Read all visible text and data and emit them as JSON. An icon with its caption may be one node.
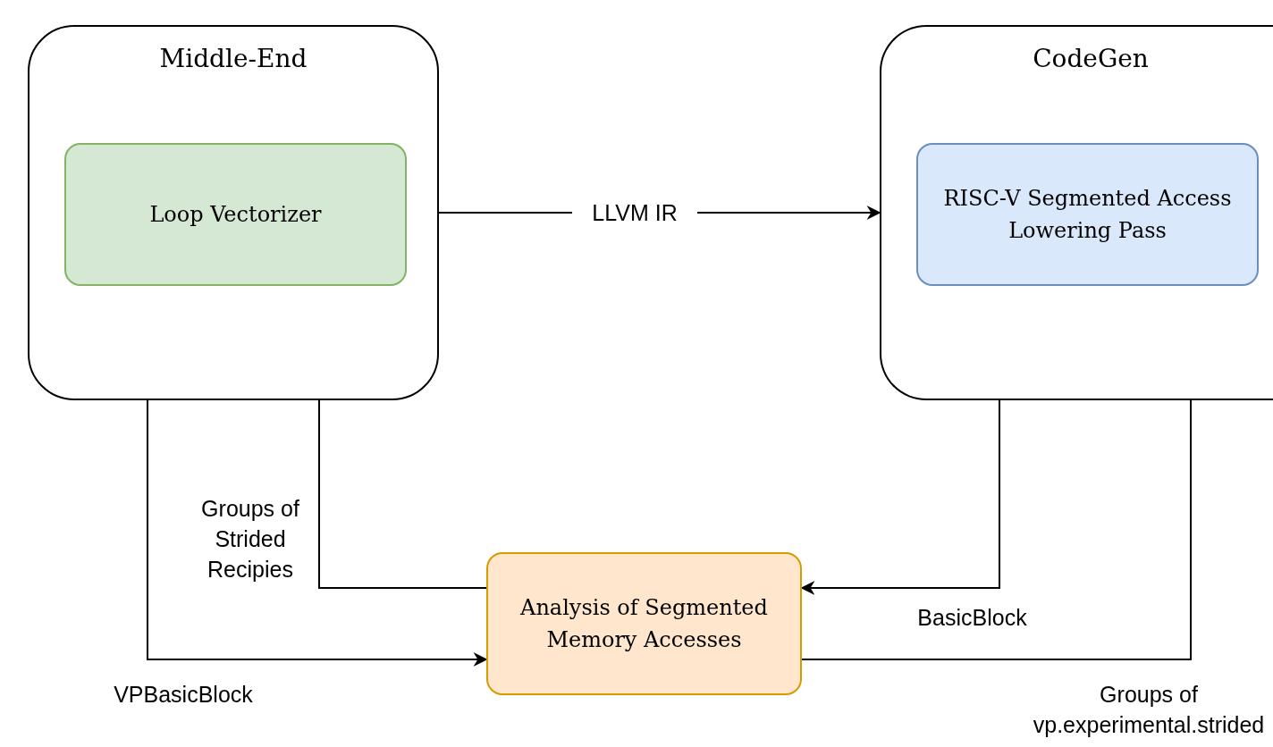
{
  "diagram": {
    "nodes": [
      {
        "text": [
          "Middle-End"
        ]
      },
      {
        "text": [
          "Loop Vectorizer"
        ],
        "in": 0
      },
      {
        "text": [
          "CodeGen"
        ]
      },
      {
        "text": [
          "RISC-V Segmented Access Lowering Pass"
        ],
        "in": 2
      },
      {
        "text": [
          "Analysis of Segmented Memory Accesses"
        ]
      }
    ],
    "edges": [
      {
        "from": 0,
        "to": 2,
        "arrow": "to",
        "label": "LLVM IR"
      },
      {
        "from": 1,
        "to": 4,
        "arrow": "to",
        "label": "VPBasicBlock"
      },
      {
        "from": 4,
        "to": 1,
        "arrow": "to",
        "label": "Groups of Strided Recipies"
      },
      {
        "from": 3,
        "to": 4,
        "arrow": "to",
        "label": "BasicBlock"
      },
      {
        "from": 4,
        "to": 3,
        "arrow": "to",
        "label": "Groups of vp.experimental.strided"
      }
    ]
  }
}
